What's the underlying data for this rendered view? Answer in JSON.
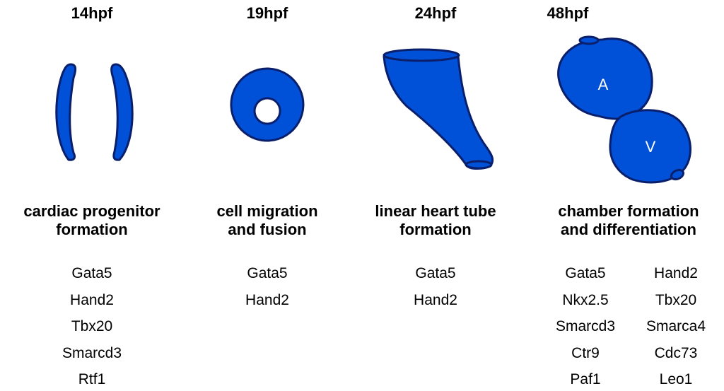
{
  "stages": [
    {
      "time": "14hpf",
      "title_lines": [
        "cardiac progenitor",
        "formation"
      ],
      "genes": [
        "Gata5",
        "Hand2",
        "Tbx20",
        "Smarcd3",
        "Rtf1"
      ]
    },
    {
      "time": "19hpf",
      "title_lines": [
        "cell migration",
        "and fusion"
      ],
      "genes": [
        "Gata5",
        "Hand2"
      ]
    },
    {
      "time": "24hpf",
      "title_lines": [
        "linear heart tube",
        "formation"
      ],
      "genes": [
        "Gata5",
        "Hand2"
      ]
    },
    {
      "time": "48hpf",
      "title_lines": [
        "chamber formation",
        "and differentiation"
      ],
      "genes_left": [
        "Gata5",
        "Nkx2.5",
        "Smarcd3",
        "Ctr9",
        "Paf1"
      ],
      "genes_right": [
        "Hand2",
        "Tbx20",
        "Smarca4",
        "Cdc73",
        "Leo1"
      ]
    }
  ],
  "chamber_labels": {
    "atrium": "A",
    "ventricle": "V"
  },
  "colors": {
    "fill": "#0050D8",
    "stroke": "#0A1F6B",
    "text": "#000000",
    "chamber_text": "#ffffff"
  }
}
